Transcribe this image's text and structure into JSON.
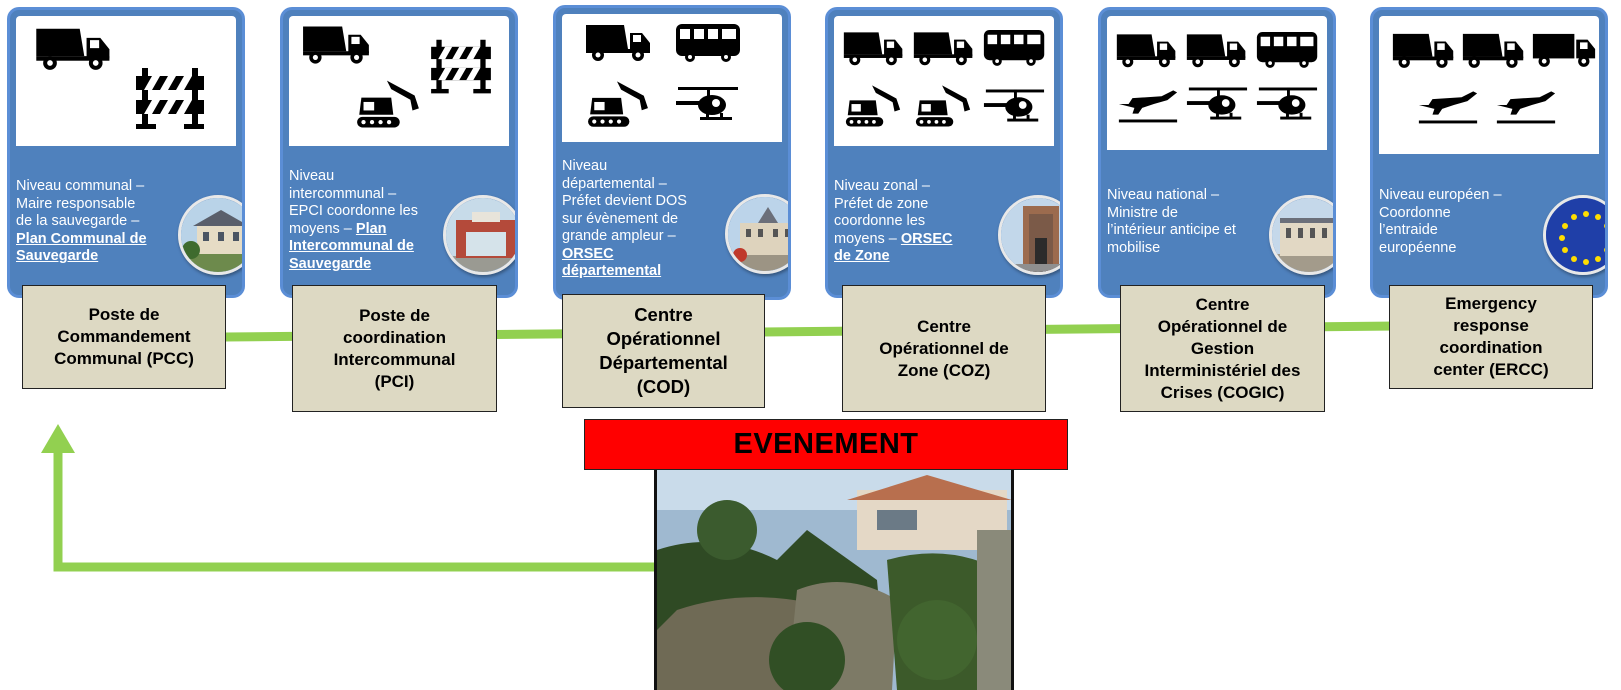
{
  "colors": {
    "card_fill": "#4f81bd",
    "card_border": "#5b8ed6",
    "centre_fill": "#ddd9c3",
    "connector": "#92d050",
    "event": "#ff0000"
  },
  "levels": [
    {
      "desc": [
        "Niveau communal –",
        "Maire responsable",
        "de la sauvegarde –"
      ],
      "plan": [
        "Plan Communal de",
        "Sauvegarde"
      ],
      "centre": "Poste de\nCommandement\nCommunal (PCC)",
      "icons": [
        "dump-truck-icon",
        "road-barrier-icon"
      ],
      "photo": "mairie-photo"
    },
    {
      "desc": [
        "Niveau",
        "intercommunal –",
        "EPCI coordonne les"
      ],
      "desc_inline": "moyens –",
      "plan_inline": "Plan",
      "plan": [
        "Intercommunal de",
        "Sauvegarde"
      ],
      "centre": "Poste de\ncoordination\nIntercommunal\n(PCI)",
      "icons": [
        "dump-truck-icon",
        "excavator-icon",
        "road-barrier-icon"
      ],
      "photo": "intercommunal-building-photo"
    },
    {
      "desc": [
        "Niveau",
        "départemental –",
        "Préfet devient DOS",
        "sur évènement de",
        "grande ampleur –"
      ],
      "plan": [
        "ORSEC",
        "départemental"
      ],
      "centre": "Centre\nOpérationnel\nDépartemental\n(COD)",
      "icons": [
        "dump-truck-icon",
        "bus-icon",
        "excavator-icon",
        "helicopter-icon"
      ],
      "photo": "prefecture-photo"
    },
    {
      "desc": [
        "Niveau zonal –",
        "Préfet de zone",
        "coordonne les"
      ],
      "desc_inline": "moyens –",
      "plan_inline": "ORSEC",
      "plan": [
        "de Zone"
      ],
      "centre": "Centre\nOpérationnel de\nZone (COZ)",
      "icons": [
        "dump-truck-icon",
        "dump-truck-icon",
        "bus-icon",
        "excavator-icon",
        "excavator-icon",
        "helicopter-icon"
      ],
      "photo": "zone-tower-photo"
    },
    {
      "desc": [
        "Niveau national –",
        "Ministre de",
        "l’intérieur anticipe et",
        "mobilise"
      ],
      "plan": [],
      "centre": "Centre\nOpérationnel de\nGestion\nInterministériel des\nCrises (COGIC)",
      "icons": [
        "dump-truck-icon",
        "dump-truck-icon",
        "bus-icon",
        "airplane-icon",
        "helicopter-icon",
        "helicopter-icon"
      ],
      "photo": "ministry-photo"
    },
    {
      "desc": [
        "Niveau européen –",
        "Coordonne",
        "l’entraide",
        "européenne"
      ],
      "plan": [],
      "centre": "Emergency\nresponse\ncoordination\ncenter (ERCC)",
      "icons": [
        "dump-truck-icon",
        "dump-truck-icon",
        "truck-icon",
        "airplane-icon",
        "airplane-icon"
      ],
      "photo": "eu-flag-photo"
    }
  ],
  "event": {
    "label": "EVENEMENT",
    "photo": "flood-photo"
  }
}
